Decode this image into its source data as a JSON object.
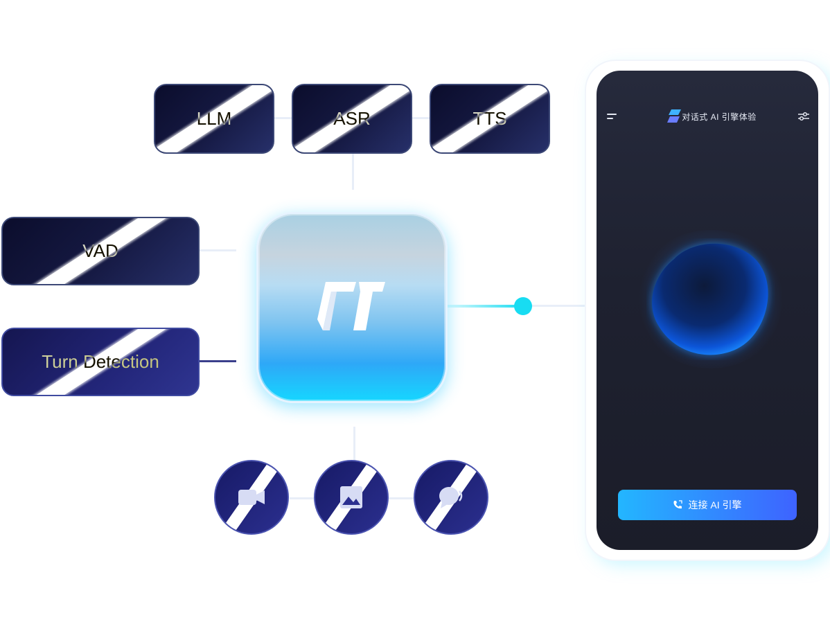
{
  "components": {
    "llm": "LLM",
    "asr": "ASR",
    "tts": "TTS",
    "vad": "VAD",
    "turn_detection": "Turn Detection"
  },
  "io_icons": [
    "video-icon",
    "image-icon",
    "chat-icon"
  ],
  "phone": {
    "title": "对话式 AI 引擎体验",
    "cta_label": "连接 AI 引擎"
  },
  "colors": {
    "pill_dark": "#0b0d2c",
    "pill_blue": "#23267a",
    "hub_cyan": "#16d6ff",
    "connector_cyan": "#18dcf2",
    "phone_bg": "#1e2130",
    "cta_start": "#23b6ff",
    "cta_end": "#3e63ff"
  }
}
